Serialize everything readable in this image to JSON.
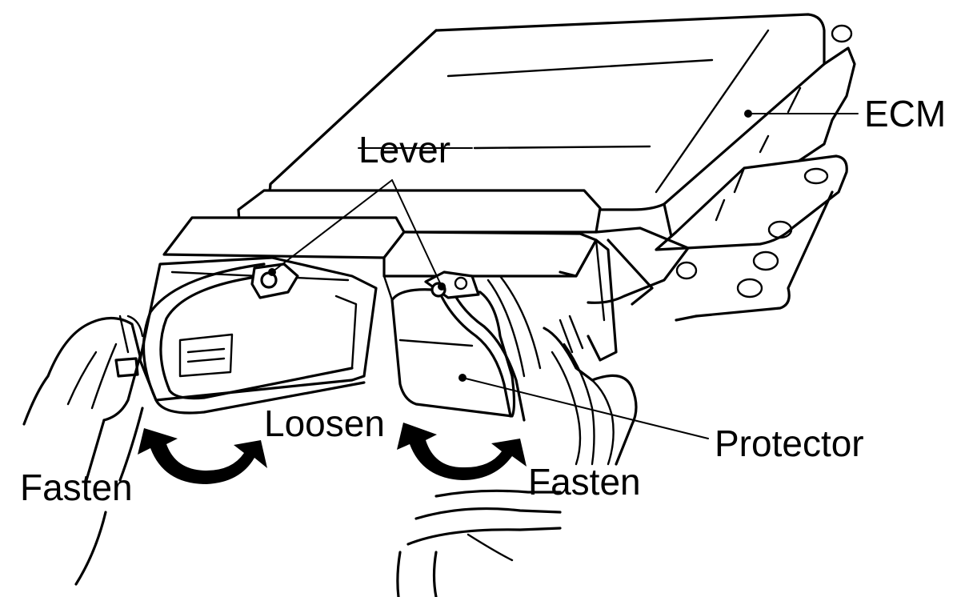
{
  "labels": {
    "ecm": "ECM",
    "lever": "Lever",
    "loosen": "Loosen",
    "protector": "Protector",
    "fasten_left": "Fasten",
    "fasten_right": "Fasten"
  },
  "colors": {
    "line": "#000000",
    "background": "#ffffff"
  }
}
